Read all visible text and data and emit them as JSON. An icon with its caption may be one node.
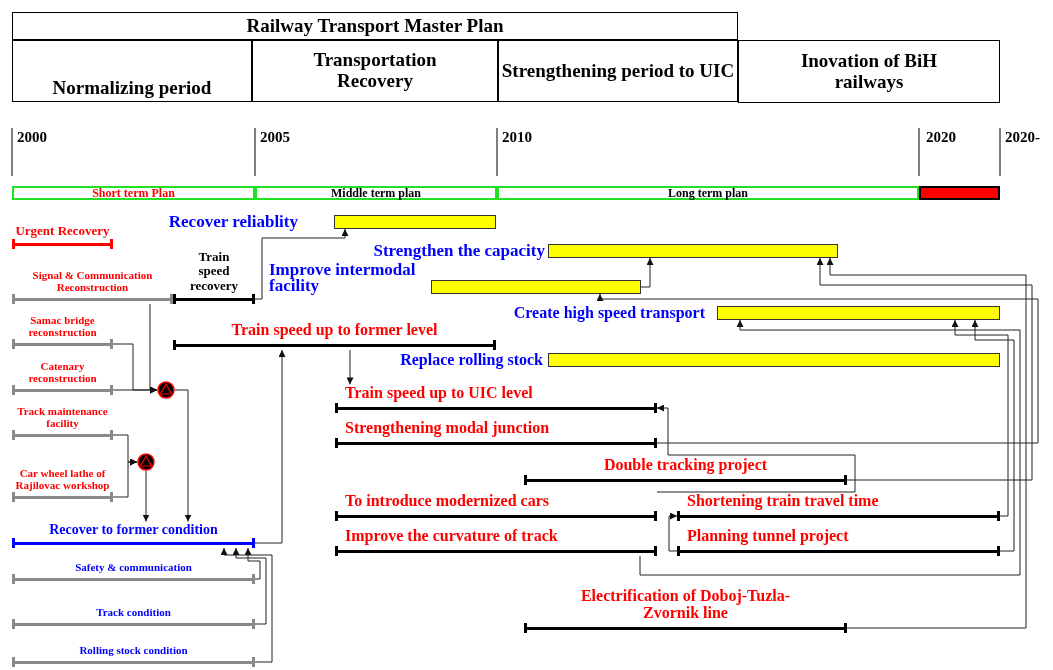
{
  "diagram": {
    "nodes": [
      {
        "text": [
          "Railway Transport Master Plan"
        ]
      },
      {
        "text": [
          "Normalizing period"
        ]
      },
      {
        "text": [
          "Transportation Recovery"
        ]
      },
      {
        "text": [
          "Strengthening period to UIC"
        ]
      },
      {
        "text": [
          "Inovation of BiH railways"
        ]
      },
      {
        "text": [
          "Short term Plan"
        ]
      },
      {
        "text": [
          "Middle term plan"
        ]
      },
      {
        "text": [
          "Long term plan"
        ]
      },
      {
        "text": [],
        "shape": "bar"
      },
      {
        "text": [
          "Urgent Recovery"
        ]
      },
      {
        "text": [
          "Recover reliablity"
        ]
      },
      {
        "text": [
          "Strengthen the capacity"
        ]
      },
      {
        "text": [
          "Train speed recovery"
        ]
      },
      {
        "text": [
          "Signal & Communication Reconstruction"
        ]
      },
      {
        "text": [
          "Improve intermodal facility"
        ]
      },
      {
        "text": [
          "Create high speed transport"
        ]
      },
      {
        "text": [
          "Samac bridge reconstruction"
        ]
      },
      {
        "text": [
          "Train speed up to former level"
        ]
      },
      {
        "text": [
          "Replace rolling stock"
        ]
      },
      {
        "text": [
          "Catenary reconstruction"
        ]
      },
      {
        "text": [],
        "shape": "circle"
      },
      {
        "text": [
          "Train speed up to UIC level"
        ]
      },
      {
        "text": [
          "Track maintenance facility"
        ]
      },
      {
        "text": [
          "Strengthening modal junction"
        ]
      },
      {
        "text": [],
        "shape": "circle"
      },
      {
        "text": [
          "Double tracking project"
        ]
      },
      {
        "text": [
          "Car wheel lathe of Rajilovac workshop"
        ]
      },
      {
        "text": [
          "To introduce modernized cars"
        ]
      },
      {
        "text": [
          "Shortening train travel time"
        ]
      },
      {
        "text": [
          "Recover to former condition"
        ]
      },
      {
        "text": [
          "Improve the curvature of track"
        ]
      },
      {
        "text": [
          "Planning tunnel project"
        ]
      },
      {
        "text": [
          "Safety & communication"
        ]
      },
      {
        "text": [
          "Electrification of Doboj-Tuzla-Zvornik line"
        ]
      },
      {
        "text": [
          "Track condition"
        ]
      },
      {
        "text": [
          "Rolling stock condition"
        ]
      }
    ],
    "edges": [
      {
        "from": 13,
        "to": 20,
        "arrow": "to"
      },
      {
        "from": 16,
        "to": 20,
        "arrow": "to"
      },
      {
        "from": 19,
        "to": 20,
        "arrow": "to"
      },
      {
        "from": 22,
        "to": 24,
        "arrow": "to"
      },
      {
        "from": 26,
        "to": 24,
        "arrow": "to"
      },
      {
        "from": 20,
        "to": 29,
        "arrow": "to"
      },
      {
        "from": 24,
        "to": 29,
        "arrow": "to"
      },
      {
        "from": 32,
        "to": 29,
        "arrow": "to"
      },
      {
        "from": 34,
        "to": 29,
        "arrow": "to"
      },
      {
        "from": 35,
        "to": 29,
        "arrow": "to"
      },
      {
        "from": 12,
        "to": 10,
        "arrow": "to"
      },
      {
        "from": 29,
        "to": 17,
        "arrow": "to"
      },
      {
        "from": 17,
        "to": 21,
        "arrow": "to"
      },
      {
        "from": 27,
        "to": 21,
        "arrow": "to"
      },
      {
        "from": 23,
        "to": 14,
        "arrow": "to"
      },
      {
        "from": 14,
        "to": 11,
        "arrow": "to"
      },
      {
        "from": 25,
        "to": 11,
        "arrow": "to"
      },
      {
        "from": 33,
        "to": 11,
        "arrow": "to"
      },
      {
        "from": 30,
        "to": 15,
        "arrow": "to"
      },
      {
        "from": 28,
        "to": 15,
        "arrow": "to"
      },
      {
        "from": 31,
        "to": 15,
        "arrow": "to"
      },
      {
        "from": 31,
        "to": 28,
        "arrow": "to"
      }
    ],
    "labels": [
      "2000",
      "2005",
      "2010",
      "2020",
      "2020-"
    ]
  }
}
